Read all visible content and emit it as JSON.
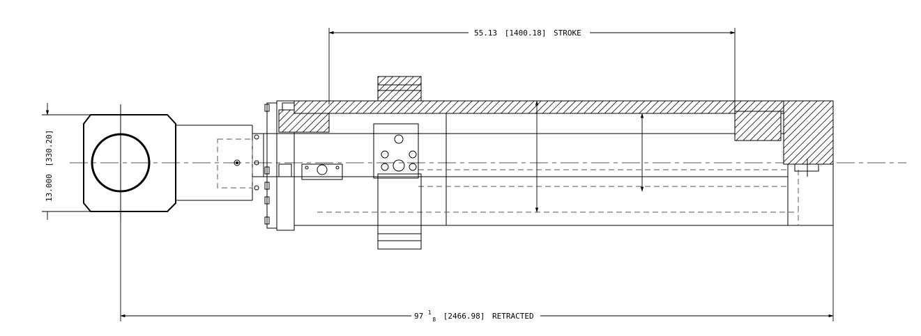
{
  "dimensions": {
    "stroke": {
      "value": "55.13",
      "metric": "[1400.18]",
      "note": "STROKE"
    },
    "retracted": {
      "whole": "97",
      "frac_num": "1",
      "frac_den": "8",
      "metric": "[2466.98]",
      "note": "RETRACTED"
    },
    "height": {
      "value": "13.000",
      "metric": "[330.20]"
    }
  }
}
